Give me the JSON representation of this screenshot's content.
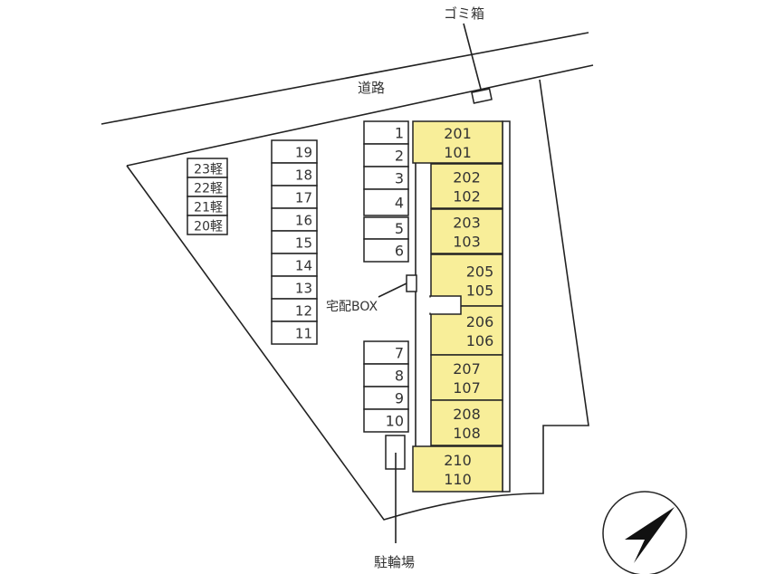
{
  "labels": {
    "road": "道路",
    "garbage": "ゴミ箱",
    "delivery_box": "宅配BOX",
    "bicycle_parking": "駐輪場"
  },
  "units": [
    {
      "upper": "201",
      "lower": "101"
    },
    {
      "upper": "202",
      "lower": "102"
    },
    {
      "upper": "203",
      "lower": "103"
    },
    {
      "upper": "205",
      "lower": "105"
    },
    {
      "upper": "206",
      "lower": "106"
    },
    {
      "upper": "207",
      "lower": "107"
    },
    {
      "upper": "208",
      "lower": "108"
    },
    {
      "upper": "210",
      "lower": "110"
    }
  ],
  "parking_a": [
    "1",
    "2",
    "3",
    "4",
    "5",
    "6"
  ],
  "parking_b": [
    "7",
    "8",
    "9",
    "10"
  ],
  "parking_c": [
    "19",
    "18",
    "17",
    "16",
    "15",
    "14",
    "13",
    "12",
    "11"
  ],
  "parking_kei": [
    "23軽",
    "22軽",
    "21軽",
    "20軽"
  ],
  "colors": {
    "unit_fill": "#f8ee99",
    "line": "#222222"
  },
  "icons": {
    "compass": "north-arrow-icon"
  }
}
